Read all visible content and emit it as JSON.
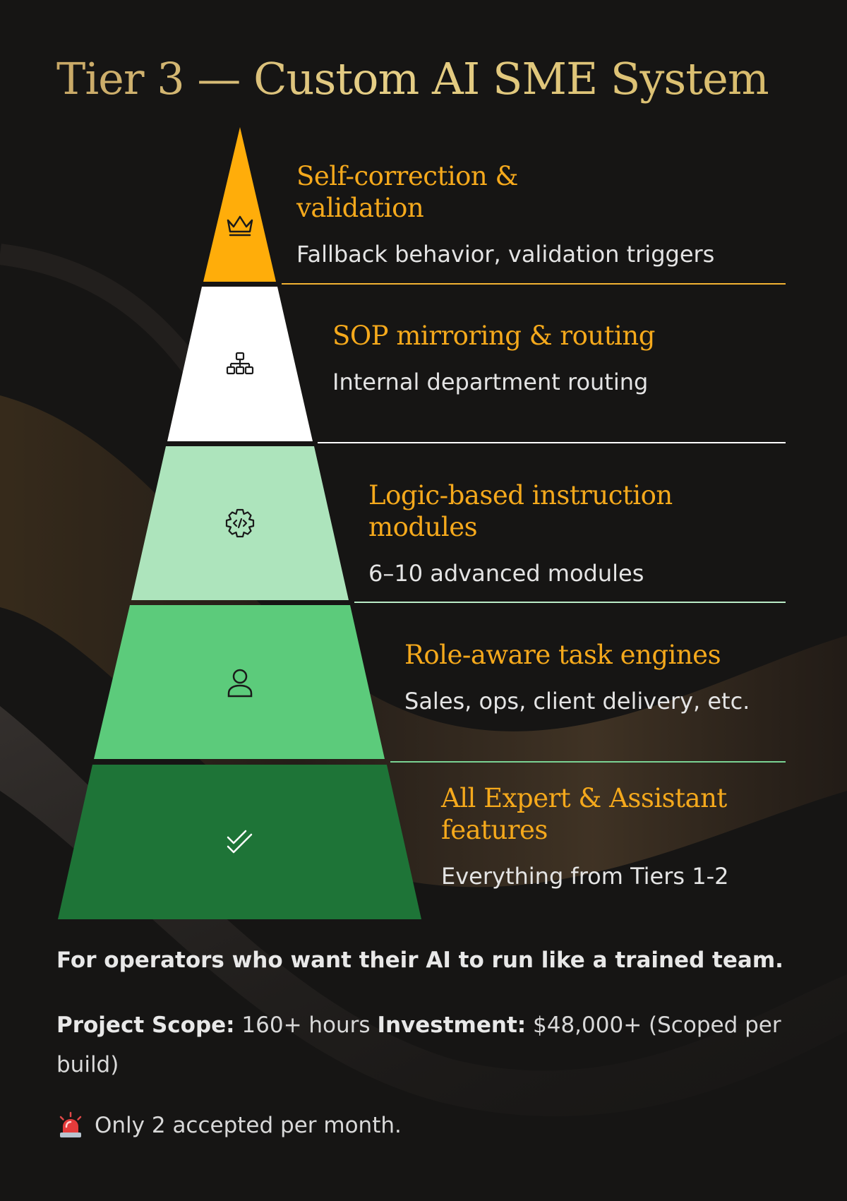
{
  "title": "Tier 3 — Custom AI SME System",
  "tiers": [
    {
      "title": "Self-correction & validation",
      "desc": "Fallback behavior, validation triggers",
      "icon": "crown-icon",
      "color": "#ffad0a",
      "line_color": "#f2b233"
    },
    {
      "title": "SOP mirroring & routing",
      "desc": "Internal department routing",
      "icon": "hierarchy-icon",
      "color": "#ffffff",
      "line_color": "#ffffff"
    },
    {
      "title": "Logic-based instruction modules",
      "desc": "6–10 advanced modules",
      "icon": "code-gear-icon",
      "color": "#ade4bc",
      "line_color": "#b9ebc6"
    },
    {
      "title": "Role-aware task engines",
      "desc": "Sales, ops, client delivery, etc.",
      "icon": "user-icon",
      "color": "#5ccb7b",
      "line_color": "#7ad394"
    },
    {
      "title": "All Expert & Assistant features",
      "desc": "Everything from Tiers 1-2",
      "icon": "double-check-icon",
      "color": "#1e7437",
      "line_color": "#5fc37a"
    }
  ],
  "footer": {
    "tagline": "For operators who want their AI to run like a trained team.",
    "scope_label": "Project Scope:",
    "scope_value": " 160+ hours ",
    "investment_label": "Investment:",
    "investment_value": " $48,000+ (Scoped per build)",
    "alert_icon": "siren-icon",
    "alert_text": "Only 2 accepted per month."
  }
}
